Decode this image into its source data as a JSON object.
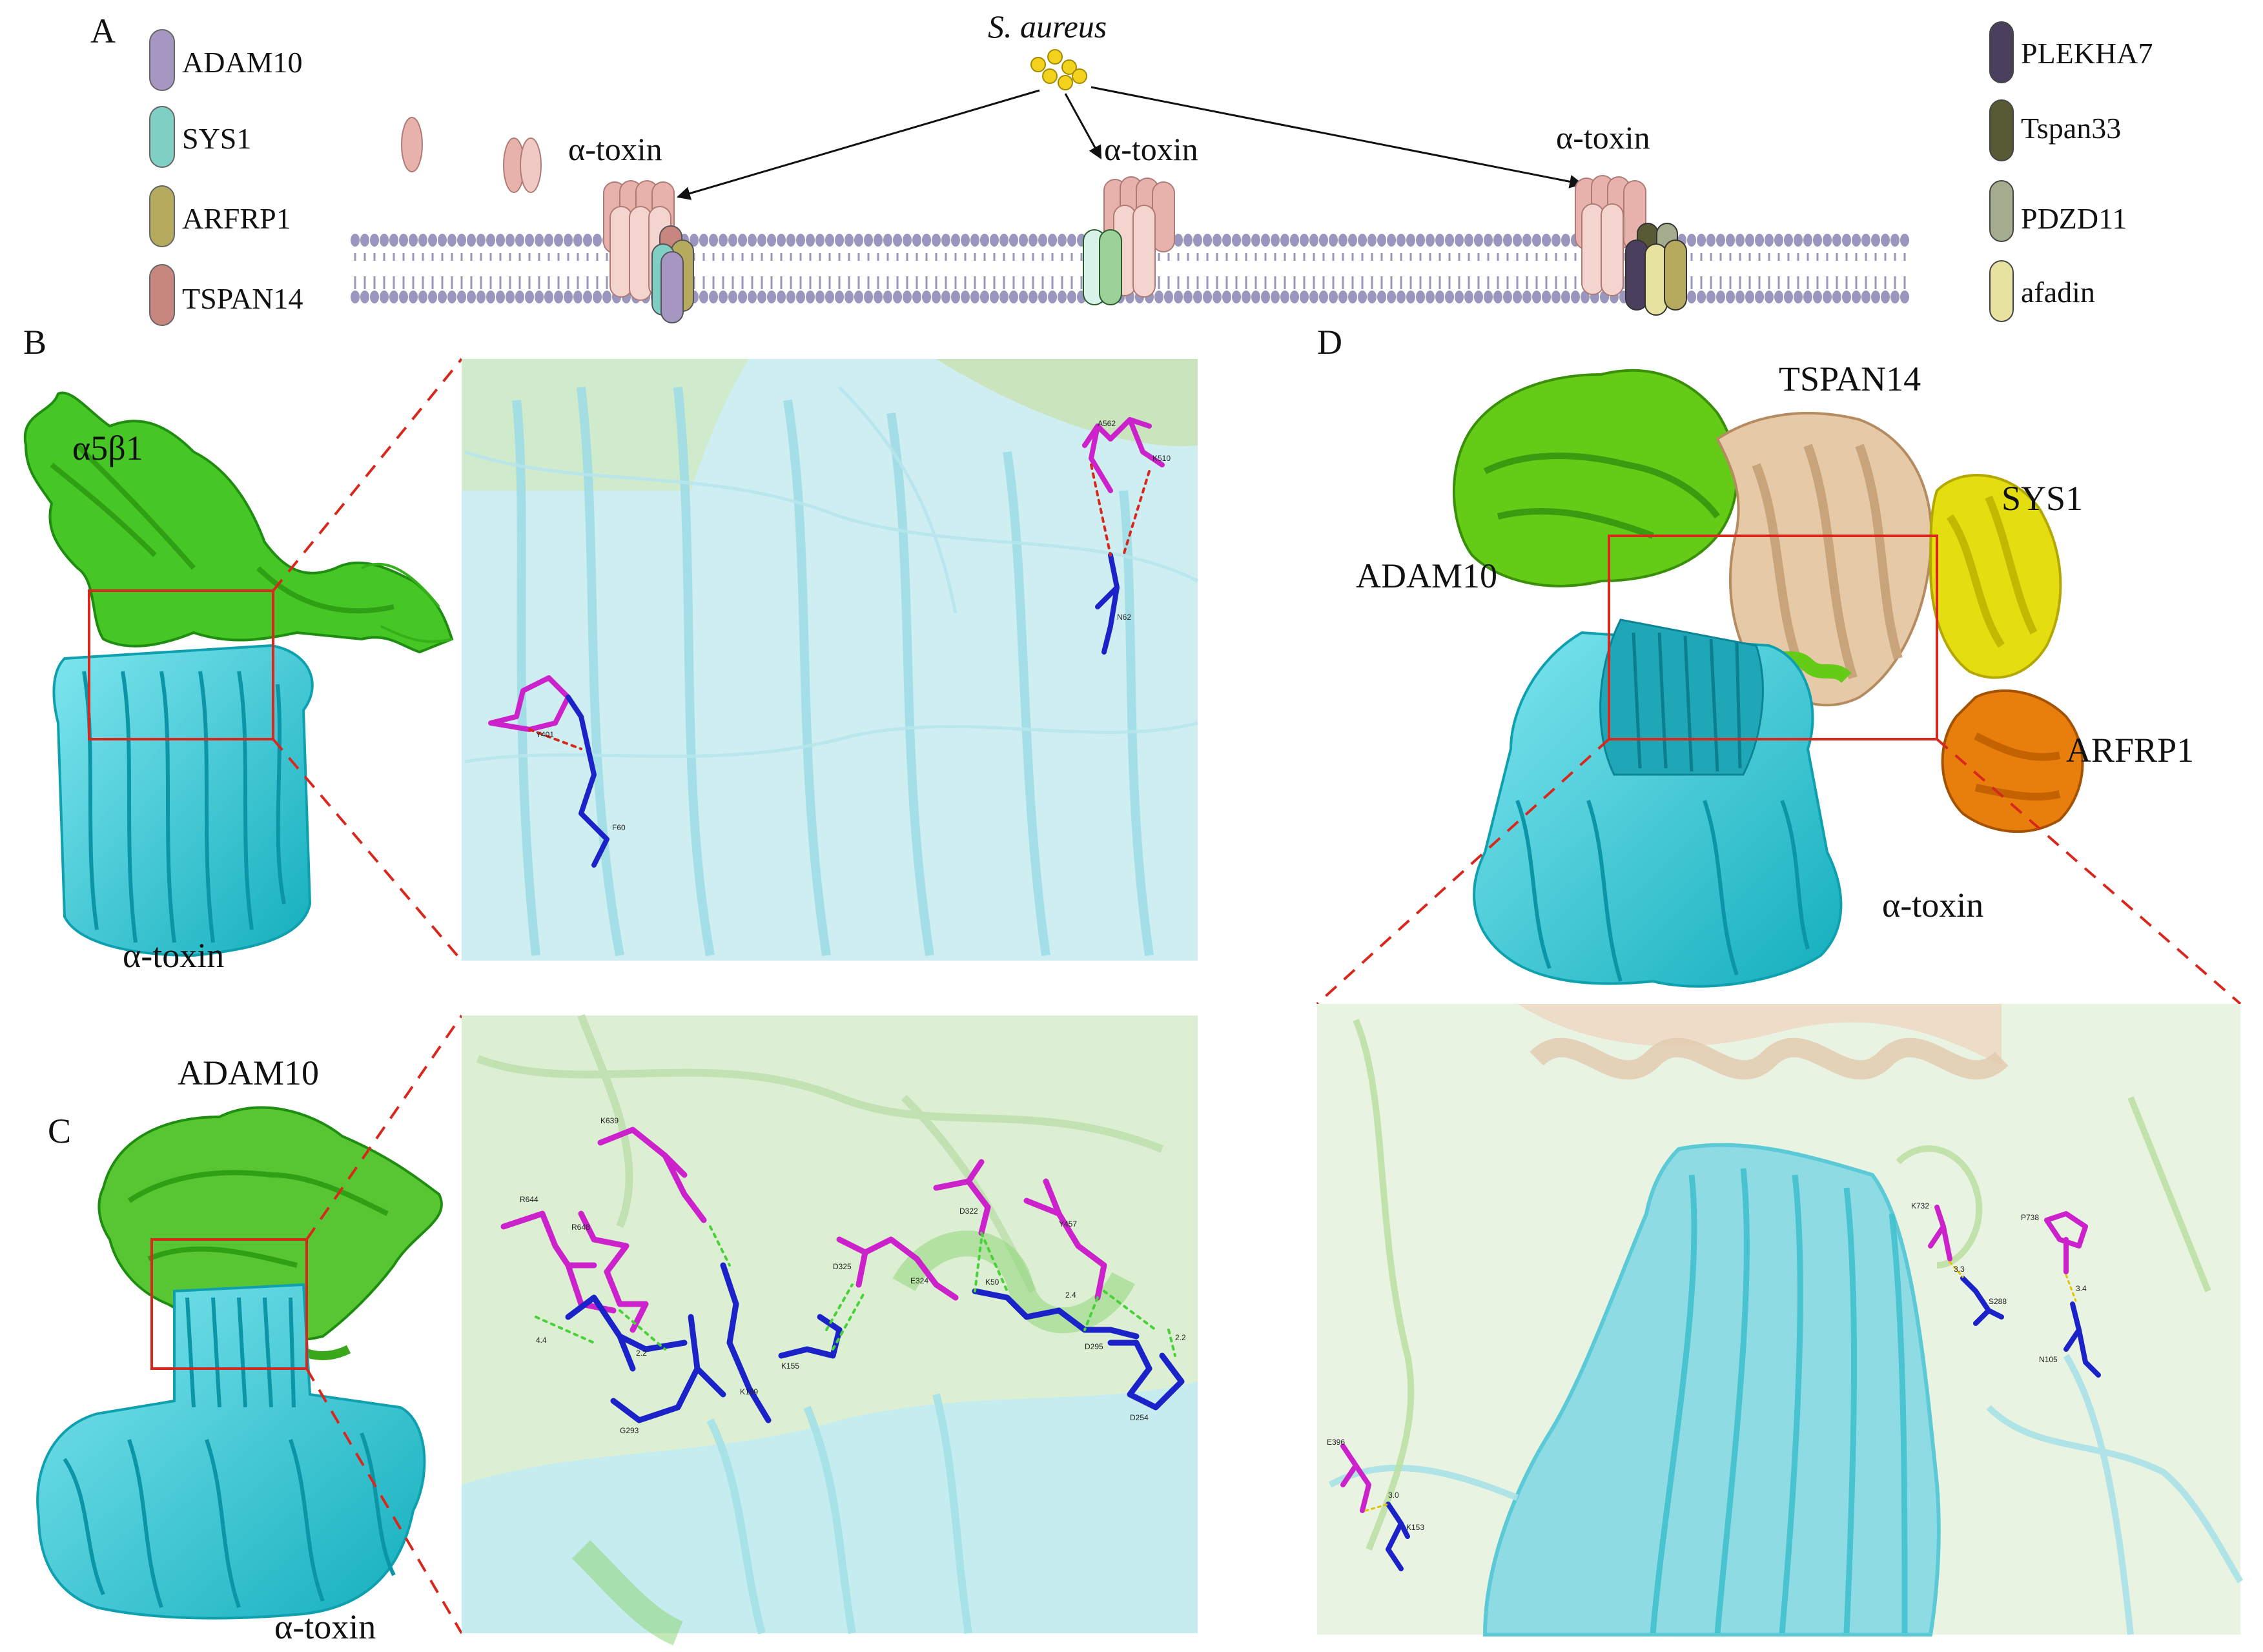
{
  "panels": {
    "a": "A",
    "b": "B",
    "c": "C",
    "d": "D"
  },
  "bacterium": "S. aureus",
  "toxin": "α-toxin",
  "legend_left": [
    {
      "name": "ADAM10",
      "color": "#a597c2"
    },
    {
      "name": "SYS1",
      "color": "#80cfc4"
    },
    {
      "name": "ARFRP1",
      "color": "#b5aa5e"
    },
    {
      "name": "TSPAN14",
      "color": "#c8877e"
    }
  ],
  "legend_right": [
    {
      "name": "PLEKHA7",
      "color": "#4a3f5c"
    },
    {
      "name": "Tspan33",
      "color": "#575a35"
    },
    {
      "name": "PDZD11",
      "color": "#a3ac8c"
    },
    {
      "name": "afadin",
      "color": "#e8e2a0"
    }
  ],
  "panel_b": {
    "receptor": "α5β1",
    "toxin": "α-toxin"
  },
  "panel_c": {
    "receptor": "ADAM10",
    "toxin": "α-toxin"
  },
  "panel_d": {
    "labels": [
      "TSPAN14",
      "SYS1",
      "ADAM10",
      "ARFRP1",
      "α-toxin"
    ]
  },
  "residues_b": [
    "A562",
    "K510",
    "N62",
    "F60",
    "Y401"
  ],
  "residues_c": [
    "K639",
    "D322",
    "R644",
    "Y457",
    "D325",
    "R648",
    "E324",
    "K50",
    "G293",
    "K199",
    "K155",
    "D295",
    "D254"
  ],
  "residues_d": [
    "K732",
    "P738",
    "E396",
    "S288",
    "N105",
    "K153"
  ],
  "distances_c": [
    "4.4",
    "2.2",
    "2.4",
    "2.2"
  ],
  "distances_d": [
    "3.0",
    "3.3",
    "3.4"
  ],
  "colors": {
    "toxin": "#22c8d8",
    "adam10": "#49c223",
    "tspan14": "#e2c5a2",
    "sys1": "#e4dd10",
    "arfrp1": "#e87e0c",
    "magenta": "#cc22cc",
    "blue": "#1b22c8",
    "frame": "#d8281e"
  }
}
